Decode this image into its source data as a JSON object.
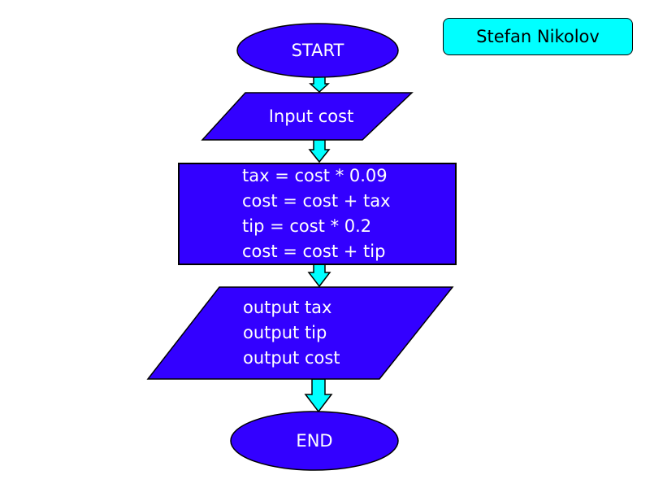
{
  "author": "Stefan Nikolov",
  "flowchart": {
    "start": "START",
    "input": "Input cost",
    "process": [
      "tax = cost * 0.09",
      "cost = cost + tax",
      "tip = cost * 0.2",
      "cost = cost + tip"
    ],
    "output": [
      "output tax",
      "output tip",
      "output cost"
    ],
    "end": "END"
  },
  "colors": {
    "shape_fill": "#3300ff",
    "arrow_fill": "#00ffff",
    "author_fill": "#00ffff",
    "outline": "#000000"
  }
}
